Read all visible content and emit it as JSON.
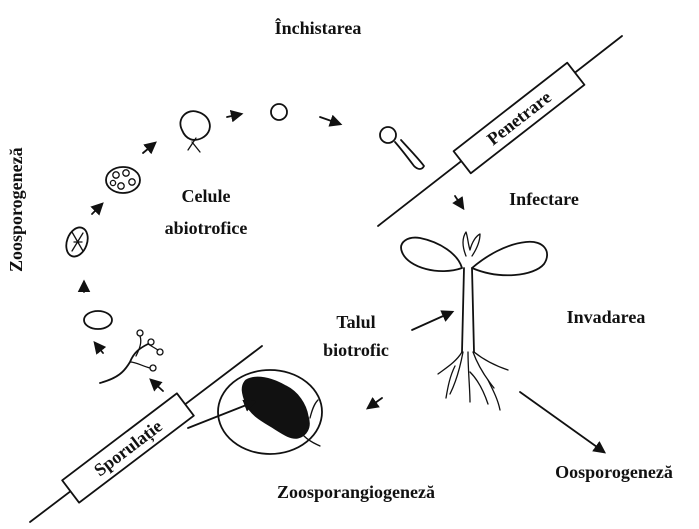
{
  "labels": {
    "encystment": "Închistarea",
    "zoosporogenesis": "Zoosporogeneză",
    "abiotrophic_cells": [
      "Celule",
      "abiotrofice"
    ],
    "penetration": "Penetrare",
    "infection": "Infectare",
    "invasion": "Invadarea",
    "biotrophic_thallus": [
      "Talul",
      "biotrofic"
    ],
    "oosporogenesis": "Oosporogeneză",
    "zoosporangiogenesis": "Zoosporangiogeneză",
    "sporulation": "Sporulație"
  }
}
